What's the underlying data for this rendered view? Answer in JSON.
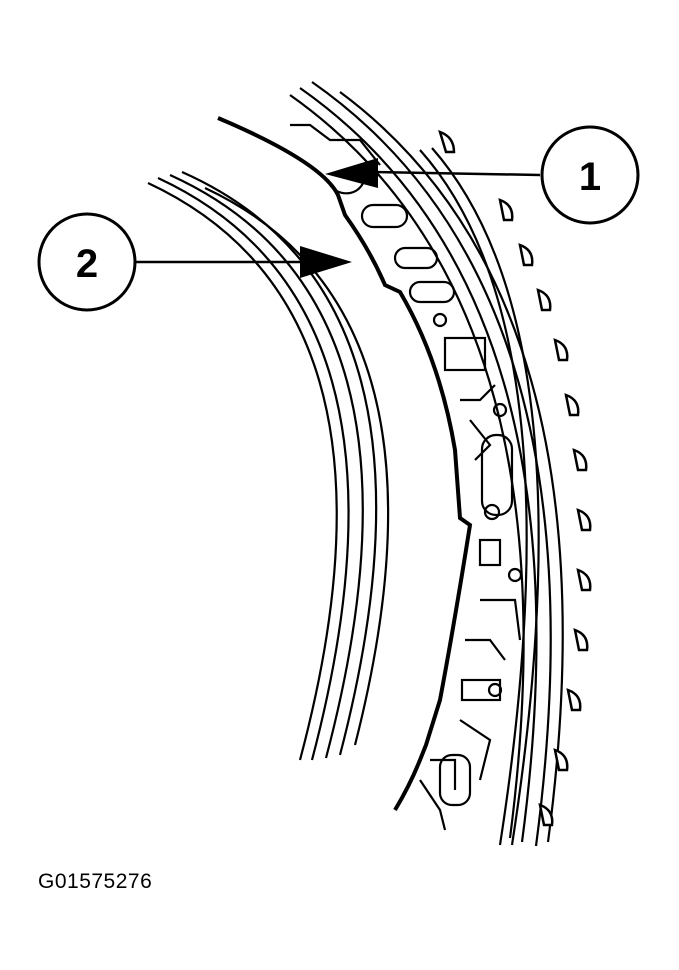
{
  "diagram": {
    "callouts": [
      {
        "id": "callout-1",
        "label": "1"
      },
      {
        "id": "callout-2",
        "label": "2"
      }
    ],
    "figure_id": "G01575276",
    "colors": {
      "ink": "#000000",
      "background": "#ffffff"
    }
  }
}
